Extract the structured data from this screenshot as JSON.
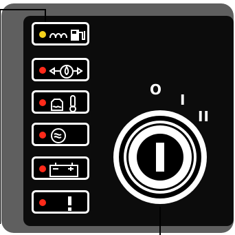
{
  "panel": {
    "colors": {
      "frame": "#5f5f5f",
      "face": "#0c0c0c",
      "outline": "#ffffff",
      "amber": "#f5d21b",
      "red": "#ff2a1a"
    }
  },
  "indicators": [
    {
      "name": "preheat-fuel",
      "icon": "preheat-coil-and-fuel-pump-icon",
      "led": "amber"
    },
    {
      "name": "oil-pressure",
      "icon": "oil-pressure-icon",
      "led": "red"
    },
    {
      "name": "coolant-temperature",
      "icon": "coolant-temperature-icon",
      "led": "red"
    },
    {
      "name": "air-filter",
      "icon": "air-filter-icon",
      "led": "red"
    },
    {
      "name": "battery-charge",
      "icon": "battery-icon",
      "led": "red"
    },
    {
      "name": "general-warning",
      "icon": "exclamation-icon",
      "led": "red"
    }
  ],
  "key_switch": {
    "positions": [
      "O",
      "I",
      "II"
    ]
  }
}
